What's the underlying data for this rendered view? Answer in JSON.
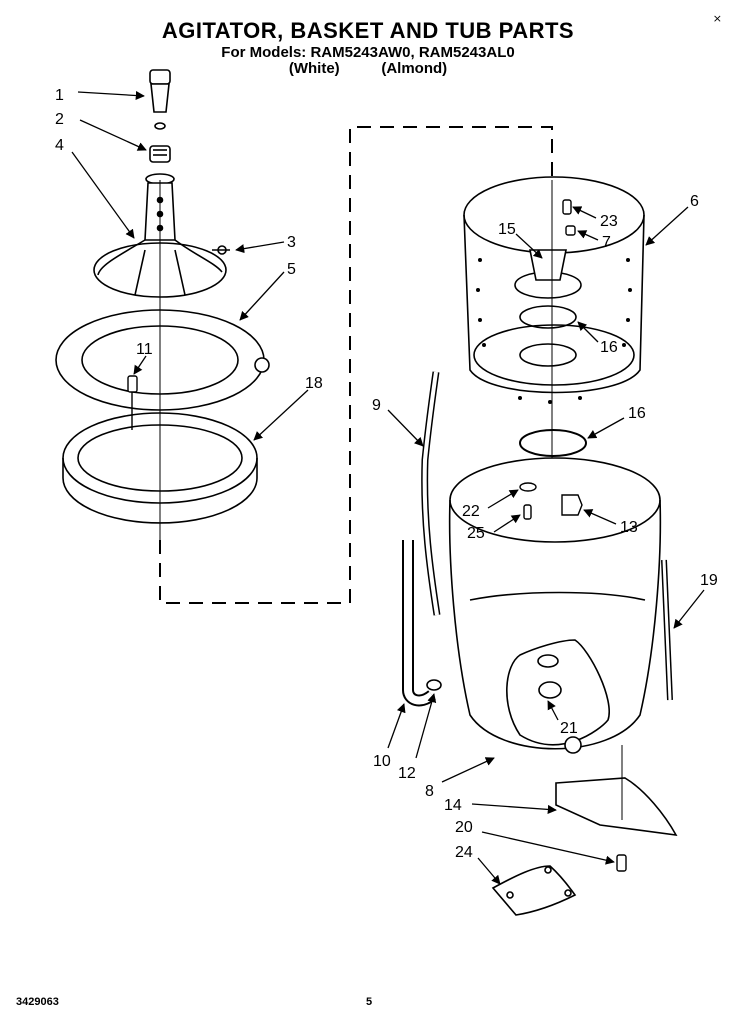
{
  "header": {
    "title": "AGITATOR, BASKET AND TUB PARTS",
    "models_line": "For Models: RAM5243AW0,  RAM5243AL0",
    "colors_line": "(White)          (Almond)"
  },
  "close_symbol": "×",
  "footer": {
    "doc_number": "3429063",
    "page_number": "5"
  },
  "callouts": [
    "1",
    "2",
    "4",
    "3",
    "5",
    "11",
    "18",
    "9",
    "6",
    "23",
    "15",
    "7",
    "16",
    "16",
    "22",
    "25",
    "13",
    "19",
    "21",
    "10",
    "12",
    "8",
    "14",
    "20",
    "24"
  ]
}
